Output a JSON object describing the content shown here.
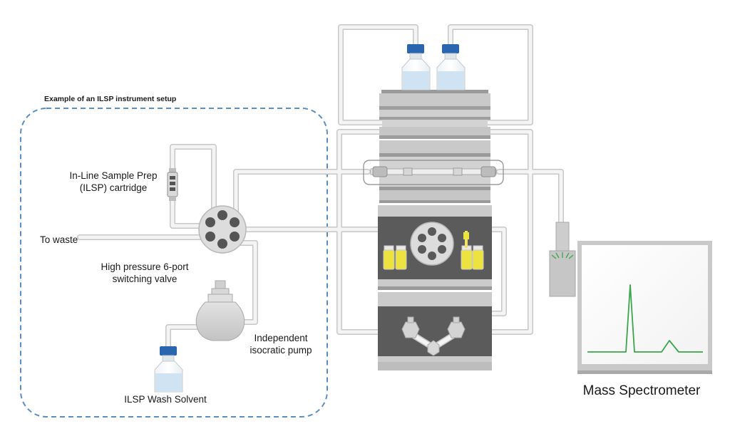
{
  "labels": {
    "setup_title": "Example of an ILSP instrument setup",
    "cartridge": "In-Line Sample Prep (ILSP) cartridge",
    "waste": "To waste",
    "valve": "High pressure 6-port switching valve",
    "pump": "Independent isocratic pump",
    "wash_solvent": "ILSP Wash Solvent",
    "mass_spec": "Mass Spectrometer"
  },
  "colors": {
    "tube_fill": "#f3f3f3",
    "tube_edge": "#c7c7c7",
    "dashed_border": "#5b8fc0",
    "cap_blue": "#2a66b0",
    "solvent_blue": "#cfe3f2",
    "vial_yellow": "#ece33e",
    "chromatogram_green": "#3aa54a",
    "module_dark": "#555555",
    "module_light": "#cbcbcb"
  },
  "icons": [
    "solvent-bottle-icon",
    "switching-valve-icon",
    "isocratic-pump-icon",
    "ilsp-cartridge-icon",
    "column-icon",
    "check-valve-icon",
    "mass-spectrometer-icon",
    "sample-vial-icon"
  ]
}
